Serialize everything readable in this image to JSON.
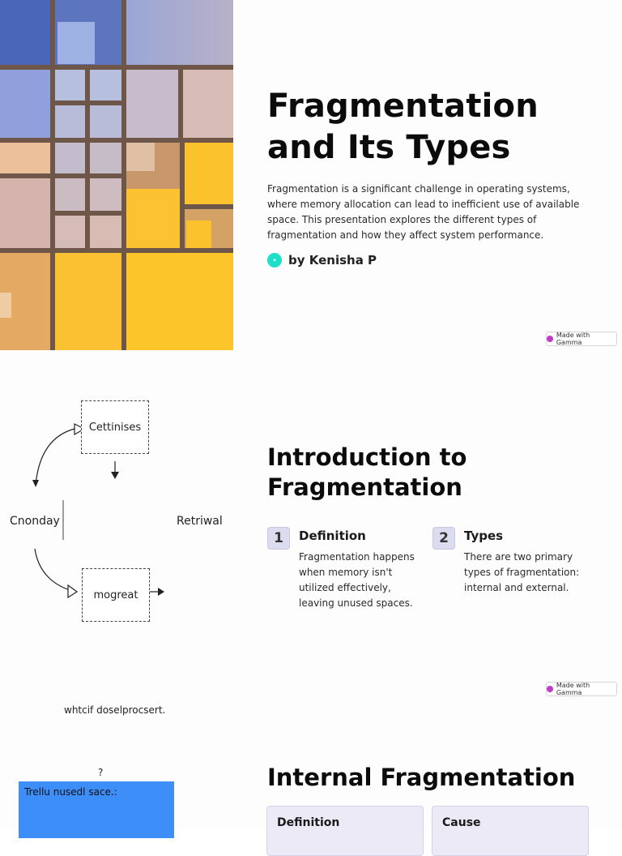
{
  "slide1": {
    "title_line1": "Fragmentation",
    "title_line2": "and Its Types",
    "description": "Fragmentation is a significant challenge in operating systems, where memory allocation can lead to inefficient use of available space. This presentation explores the different types of fragmentation and how they affect system performance.",
    "author": "by Kenisha  P",
    "badge": "Made with Gamma"
  },
  "slide2": {
    "title_line1": "Introduction to",
    "title_line2": "Fragmentation",
    "diagram": {
      "top_box": "Cettinises",
      "bottom_box": "mogreat",
      "left_label": "Cnonday",
      "right_label": "Retriwal"
    },
    "items": [
      {
        "number": "1",
        "title": "Definition",
        "body": "Fragmentation happens when memory isn't utilized effectively, leaving unused spaces."
      },
      {
        "number": "2",
        "title": "Types",
        "body": "There are two primary types of fragmentation: internal and external."
      }
    ],
    "badge": "Made with Gamma"
  },
  "slide3": {
    "title": "Internal Fragmentation",
    "image_caption": "whtcif doselprocsert.",
    "question_mark": "?",
    "blue_box_text": "Trellu nusedl sace.:",
    "cards": [
      {
        "title": "Definition"
      },
      {
        "title": "Cause"
      }
    ]
  },
  "colors": {
    "mosaic_border": "#6e5648",
    "avatar": "#1ee0c8",
    "number_badge": "#dcdcf0",
    "card_bg": "#ebeaf6",
    "blue_box": "#3d8ef8"
  }
}
